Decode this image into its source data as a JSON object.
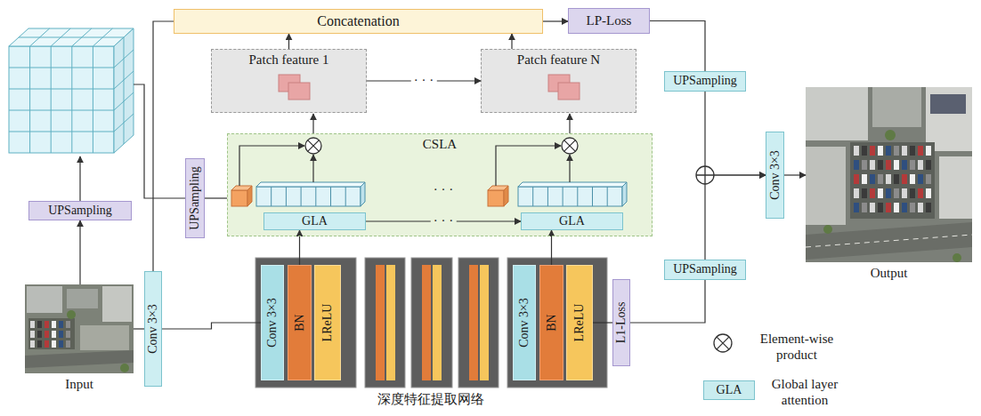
{
  "diagram": {
    "nodes": [
      {
        "text": [
          "Concatenation"
        ]
      },
      {
        "text": [
          "LP-Loss"
        ]
      },
      {
        "text": [
          "Patch feature 1"
        ]
      },
      {
        "text": [
          "Patch feature N"
        ]
      },
      {
        "text": [
          "UPSampling"
        ]
      },
      {
        "text": [
          "Conv 3×3"
        ]
      },
      {
        "text": [
          "UPSampling"
        ]
      },
      {
        "text": [
          "CSLA"
        ]
      },
      {
        "text": [
          "GLA"
        ],
        "in": 7
      },
      {
        "text": [
          "GLA"
        ],
        "in": 7
      },
      {
        "text": [
          "Conv 3×3"
        ]
      },
      {
        "text": [
          "BN"
        ]
      },
      {
        "text": [
          "LReLU"
        ]
      },
      {
        "text": [
          "Conv 3×3"
        ]
      },
      {
        "text": [
          "BN"
        ]
      },
      {
        "text": [
          "LReLU"
        ]
      },
      {
        "text": [
          "L1-Loss"
        ]
      },
      {
        "text": [
          "UPSampling"
        ]
      },
      {
        "text": [
          "UPSampling"
        ]
      },
      {
        "text": [
          "Conv 3×3"
        ]
      },
      {
        "text": [
          "Input"
        ]
      },
      {
        "text": [
          "Output"
        ]
      }
    ],
    "edges": [
      {
        "from": 20,
        "to": 5,
        "arrow": "none"
      },
      {
        "from": 20,
        "to": 4,
        "arrow": "to"
      },
      {
        "from": 5,
        "to": 0,
        "arrow": "none"
      },
      {
        "from": 5,
        "to": 10,
        "arrow": "none"
      },
      {
        "from": 11,
        "to": 8,
        "arrow": "to"
      },
      {
        "from": 8,
        "to": 9,
        "label": "· · ·",
        "arrow": "to"
      },
      {
        "from": 14,
        "to": 9,
        "arrow": "to"
      },
      {
        "from": 2,
        "to": 3,
        "label": "· · ·",
        "arrow": "to"
      },
      {
        "from": 2,
        "to": 0,
        "arrow": "to"
      },
      {
        "from": 3,
        "to": 0,
        "arrow": "to"
      },
      {
        "from": 0,
        "to": 1,
        "arrow": "to"
      },
      {
        "from": 1,
        "to": 17,
        "arrow": "none"
      },
      {
        "from": 15,
        "to": 16,
        "arrow": "none"
      },
      {
        "from": 16,
        "to": 18,
        "arrow": "none"
      },
      {
        "from": 17,
        "to": 19,
        "arrow": "to"
      },
      {
        "from": 18,
        "to": 19,
        "arrow": "to"
      },
      {
        "from": 19,
        "to": 21,
        "arrow": "to"
      }
    ],
    "labels": [
      "· · ·",
      "深度特征提取网络",
      "GLA"
    ],
    "legend": [
      {
        "text": "Element-wise product"
      },
      {
        "text": "Global layer attention",
        "color": "#c9ecef"
      }
    ]
  }
}
